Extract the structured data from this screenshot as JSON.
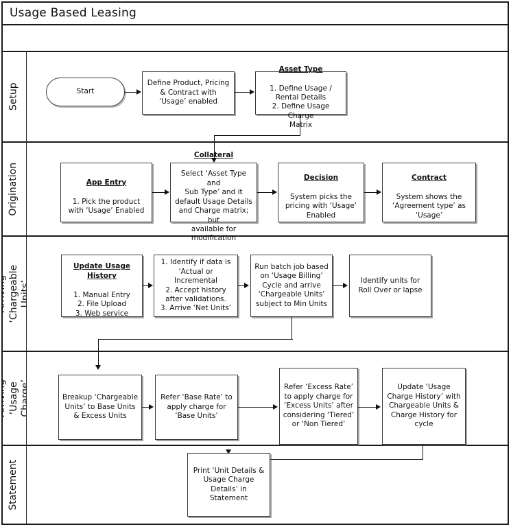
{
  "document": {
    "title": "Usage Based Leasing"
  },
  "lanes": [
    {
      "id": "setup",
      "label": "Setup",
      "nodes": [
        {
          "id": "start",
          "shape": "oval",
          "text": "Start"
        },
        {
          "id": "define-product",
          "shape": "rect",
          "heading": "",
          "text": "Define Product, Pricing\n& Contract with\n‘Usage’ enabled"
        },
        {
          "id": "asset-type",
          "shape": "rect",
          "heading": "Asset Type",
          "text": "1. Define Usage /\nRental Details\n2. Define Usage Charge\nMatrix"
        }
      ]
    },
    {
      "id": "origination",
      "label": "Origination",
      "nodes": [
        {
          "id": "app-entry",
          "shape": "rect",
          "heading": "App Entry",
          "text": "1. Pick the product\nwith ‘Usage’ Enabled"
        },
        {
          "id": "collateral",
          "shape": "rect",
          "heading": "Collateral",
          "text": "Select ‘Asset Type and\nSub Type’ and it\ndefault Usage Details\nand Charge matrix; but\navailable for\nmodification"
        },
        {
          "id": "decision",
          "shape": "rect",
          "heading": "Decision",
          "text": "System picks the\npricing with ‘Usage’\nEnabled"
        },
        {
          "id": "contract",
          "shape": "rect",
          "heading": "Contract",
          "text": "System shows the\n‘Agreement type’ as\n‘Usage’"
        }
      ]
    },
    {
      "id": "arriving-chargeable-units",
      "label": "Arriving\n‘Chargeable Units’",
      "nodes": [
        {
          "id": "update-usage-history",
          "shape": "rect",
          "heading": "Update Usage\nHistory",
          "text": "1. Manual Entry\n2. File Upload\n3. Web service"
        },
        {
          "id": "identify-data",
          "shape": "rect",
          "heading": "",
          "text": "1. Identify if data is\n‘Actual or\nIncremental\n2. Accept history\nafter validations.\n3. Arrive ‘Net Units’"
        },
        {
          "id": "run-batch-job",
          "shape": "rect",
          "heading": "",
          "text": "Run batch job based\non ‘Usage Billing’\nCycle and arrive\n‘Chargeable Units’\nsubject to Min Units"
        },
        {
          "id": "identify-rollover",
          "shape": "rect",
          "heading": "",
          "text": "Identify units for\nRoll Over or lapse"
        }
      ]
    },
    {
      "id": "arriving-usage-charge",
      "label": "Arriving\n‘Usage Charge’",
      "nodes": [
        {
          "id": "breakup-chargeable-units",
          "shape": "rect",
          "heading": "",
          "text": "Breakup ‘Chargeable\nUnits’ to Base Units\n& Excess Units"
        },
        {
          "id": "refer-base-rate",
          "shape": "rect",
          "heading": "",
          "text": "Refer ‘Base Rate’ to\napply charge for\n‘Base Units’"
        },
        {
          "id": "refer-excess-rate",
          "shape": "rect",
          "heading": "",
          "text": "Refer ‘Excess Rate’\nto apply charge for\n‘Excess Units’ after\nconsidering ‘Tiered’\nor ‘Non Tiered’"
        },
        {
          "id": "update-usage-charge-history",
          "shape": "rect",
          "heading": "",
          "text": "Update ‘Usage\nCharge History’ with\nChargeable Units &\nCharge History for\ncycle"
        }
      ]
    },
    {
      "id": "statement",
      "label": "Statement",
      "nodes": [
        {
          "id": "print-statement",
          "shape": "rect",
          "heading": "",
          "text": "Print ‘Unit Details &\nUsage Charge\nDetails’ in\nStatement"
        }
      ]
    }
  ],
  "colors": {
    "frame": "#1a1a1a",
    "node_border": "#3b3b3b",
    "connector": "#111111",
    "background": "#ffffff"
  }
}
